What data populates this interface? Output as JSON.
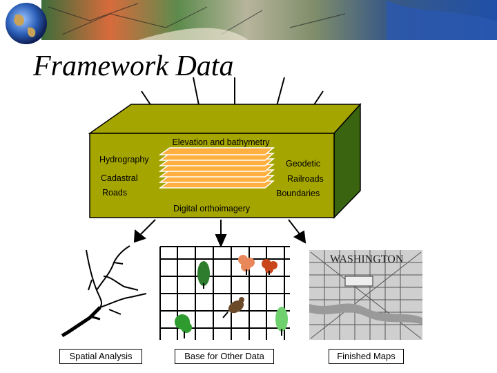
{
  "slide": {
    "title": "Framework Data"
  },
  "box": {
    "top_label": "Elevation and bathymetry",
    "left_labels": [
      "Hydrography",
      "Cadastral",
      "Roads"
    ],
    "right_labels": [
      "Geodetic",
      "Railroads",
      "Boundaries"
    ],
    "bottom_label": "Digital orthoimagery"
  },
  "outputs": {
    "spatial_analysis": "Spatial Analysis",
    "base_for_other_data": "Base for Other Data",
    "finished_maps": "Finished Maps",
    "map_label": "WASHINGTON"
  },
  "colors": {
    "box_front": "#a5a500",
    "box_top": "#a5a500",
    "box_side": "#3a6410",
    "layers": "#ffb040"
  }
}
